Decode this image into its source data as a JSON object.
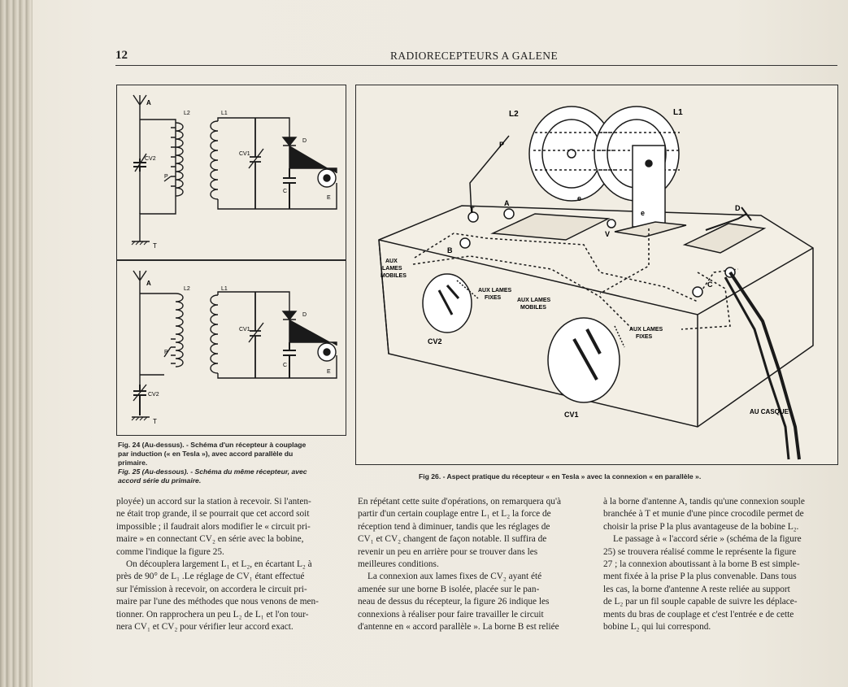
{
  "header": {
    "page_number": "12",
    "running_title": "RADIORECEPTEURS A GALENE"
  },
  "figure_24": {
    "labels": {
      "antenna": "A",
      "secondary_coil": "L2",
      "primary_coil": "L1",
      "var_cap_2": "CV2",
      "tap": "P",
      "var_cap_1": "CV1",
      "detector": "D",
      "capacitor": "C",
      "earphone": "E",
      "ground": "T"
    }
  },
  "figure_25": {
    "labels": {
      "antenna": "A",
      "secondary_coil": "L2",
      "primary_coil": "L1",
      "var_cap_2": "CV2",
      "tap": "P",
      "var_cap_1": "CV1",
      "detector": "D",
      "capacitor": "C",
      "earphone": "E",
      "ground": "T"
    }
  },
  "caption_left": {
    "line1": "Fig. 24 (Au-dessus). - Schéma d'un récepteur à couplage",
    "line2": "par induction (« en Tesla »), avec accord parallèle du",
    "line3": "primaire.",
    "line4": "Fig. 25 (Au-dessous). - Schéma du même récepteur, avec",
    "line5": "accord série du primaire."
  },
  "figure_26": {
    "labels": {
      "L2": "L2",
      "L1": "L1",
      "P": "P",
      "A": "A",
      "T": "T",
      "e1": "e",
      "e2": "e",
      "V": "V",
      "D": "D",
      "B": "B",
      "C": "C",
      "CV2": "CV2",
      "CV1": "CV1",
      "mobiles_1": "AUX",
      "mobiles_2": "LAMES",
      "mobiles_3": "MOBILES",
      "fixes_1a": "AUX LAMES",
      "fixes_1b": "FIXES",
      "mobiles_b1": "AUX LAMES",
      "mobiles_b2": "MOBILES",
      "fixes_2a": "AUX LAMES",
      "fixes_2b": "FIXES",
      "casque": "AU CASQUE"
    },
    "caption": "Fig 26. - Aspect pratique du récepteur « en Tesla » avec la connexion « en parallèle »."
  },
  "columns": {
    "col1": [
      "ployée) un accord sur la station à recevoir. Si l'anten-",
      "ne était trop grande, il se pourrait que cet accord soit",
      "impossible ; il faudrait alors modifier le « circuit pri-",
      "maire » en connectant CV₂ en série avec la bobine,",
      "comme l'indique la figure 25.",
      "On découplera largement L₁ et L₂, en écartant L₂ à",
      "près de 90° de L₁ .Le réglage de CV₁ étant effectué",
      "sur l'émission à recevoir, on accordera le circuit pri-",
      "maire par l'une des méthodes que nous venons de men-",
      "tionner. On rapprochera un peu L₂ de L₁ et l'on tour-",
      "nera CV₁ et CV₂ pour vérifier leur accord exact."
    ],
    "col2": [
      "En répétant cette suite d'opérations, on remarquera qu'à",
      "partir d'un certain couplage entre L₁ et L₂ la force de",
      "réception tend à diminuer, tandis que les réglages de",
      "CV₁ et CV₂ changent de façon notable. Il suffira de",
      "revenir un peu en arrière pour se trouver dans les",
      "meilleures conditions.",
      "La connexion aux lames fixes de CV₂ ayant été",
      "amenée sur une borne B isolée, placée sur le pan-",
      "neau de dessus du récepteur, la figure 26 indique les",
      "connexions à réaliser pour faire travailler le circuit",
      "d'antenne en « accord parallèle ». La borne B est reliée"
    ],
    "col3": [
      "à la borne d'antenne A, tandis qu'une connexion souple",
      "branchée à T et munie d'une pince crocodile permet de",
      "choisir la prise P la plus avantageuse de la bobine L₂.",
      "Le passage à « l'accord série » (schéma de la figure",
      "25) se trouvera réalisé comme le représente la figure",
      "27 ; la connexion aboutissant à la borne B est simple-",
      "ment fixée à la prise P la plus convenable. Dans tous",
      "les cas, la borne d'antenne A reste reliée au support",
      "de L₂ par un fil souple capable de suivre les déplace-",
      "ments du bras de couplage et c'est l'entrée e de cette",
      "bobine L₂ qui lui correspond."
    ]
  }
}
